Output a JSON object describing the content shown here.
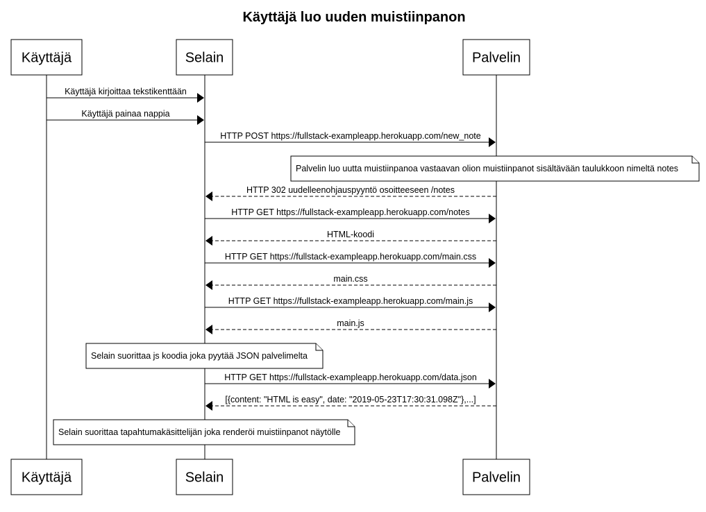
{
  "diagram": {
    "title": "Käyttäjä luo uuden muistiinpanon",
    "participants": [
      {
        "id": "kayttaja",
        "label": "Käyttäjä"
      },
      {
        "id": "selain",
        "label": "Selain"
      },
      {
        "id": "palvelin",
        "label": "Palvelin"
      }
    ],
    "events": [
      {
        "kind": "message",
        "from": "kayttaja",
        "to": "selain",
        "style": "solid",
        "label": "Käyttäjä kirjoittaa tekstikenttään"
      },
      {
        "kind": "message",
        "from": "kayttaja",
        "to": "selain",
        "style": "solid",
        "label": "Käyttäjä painaa nappia"
      },
      {
        "kind": "message",
        "from": "selain",
        "to": "palvelin",
        "style": "solid",
        "label": "HTTP POST https://fullstack-exampleapp.herokuapp.com/new_note"
      },
      {
        "kind": "note",
        "anchor": "palvelin",
        "side": "left",
        "text": "Palvelin luo uutta muistiinpanoa vastaavan olion muistiinpanot sisältävään taulukkoon nimeltä notes"
      },
      {
        "kind": "message",
        "from": "palvelin",
        "to": "selain",
        "style": "dashed",
        "label": "HTTP 302 uudelleenohjauspyyntö osoitteeseen /notes"
      },
      {
        "kind": "message",
        "from": "selain",
        "to": "palvelin",
        "style": "solid",
        "label": "HTTP GET https://fullstack-exampleapp.herokuapp.com/notes"
      },
      {
        "kind": "message",
        "from": "palvelin",
        "to": "selain",
        "style": "dashed",
        "label": "HTML-koodi"
      },
      {
        "kind": "message",
        "from": "selain",
        "to": "palvelin",
        "style": "solid",
        "label": "HTTP GET https://fullstack-exampleapp.herokuapp.com/main.css"
      },
      {
        "kind": "message",
        "from": "palvelin",
        "to": "selain",
        "style": "dashed",
        "label": "main.css"
      },
      {
        "kind": "message",
        "from": "selain",
        "to": "palvelin",
        "style": "solid",
        "label": "HTTP GET https://fullstack-exampleapp.herokuapp.com/main.js"
      },
      {
        "kind": "message",
        "from": "palvelin",
        "to": "selain",
        "style": "dashed",
        "label": "main.js"
      },
      {
        "kind": "note",
        "anchor": "selain",
        "side": "left",
        "text": "Selain suorittaa js koodia joka pyytää JSON palvelimelta"
      },
      {
        "kind": "message",
        "from": "selain",
        "to": "palvelin",
        "style": "solid",
        "label": "HTTP GET https://fullstack-exampleapp.herokuapp.com/data.json"
      },
      {
        "kind": "message",
        "from": "palvelin",
        "to": "selain",
        "style": "dashed",
        "label": "[{content: \"HTML is easy\", date: \"2019-05-23T17:30:31.098Z\"},...]"
      },
      {
        "kind": "note",
        "anchor": "selain",
        "side": "left",
        "text": "Selain suorittaa tapahtumakäsittelijän joka renderöi muistiinpanot näytölle"
      }
    ]
  }
}
